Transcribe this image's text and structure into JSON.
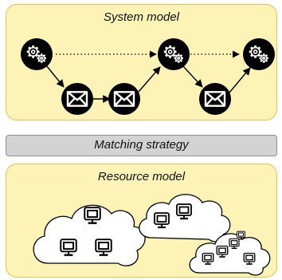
{
  "system_model": {
    "title": "System model",
    "nodes": [
      {
        "kind": "service",
        "icon": "gears-icon"
      },
      {
        "kind": "message",
        "icon": "envelope-icon"
      },
      {
        "kind": "message",
        "icon": "envelope-icon"
      },
      {
        "kind": "service",
        "icon": "gears-icon"
      },
      {
        "kind": "message",
        "icon": "envelope-icon"
      },
      {
        "kind": "service",
        "icon": "gears-icon"
      }
    ]
  },
  "matching": {
    "label": "Matching strategy"
  },
  "resource_model": {
    "title": "Resource model",
    "clouds": [
      {
        "computers": 3
      },
      {
        "computers": 2
      },
      {
        "computers": 5
      }
    ]
  },
  "colors": {
    "panel_fill": "#fdf3b6",
    "panel_border": "#e0c35a",
    "bar_fill": "#d3d3d3",
    "node_fill": "#000000"
  }
}
